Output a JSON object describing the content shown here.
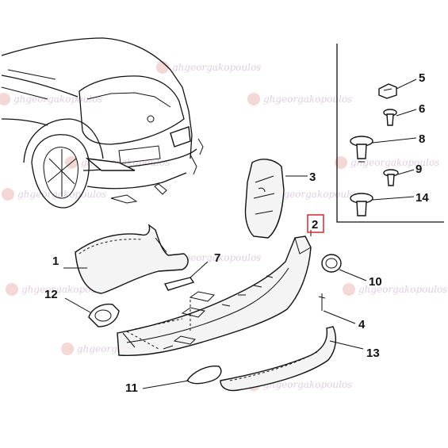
{
  "callouts": {
    "c1": "1",
    "c2": "2",
    "c3": "3",
    "c4": "4",
    "c5": "5",
    "c6": "6",
    "c7": "7",
    "c8": "8",
    "c9": "9",
    "c10": "10",
    "c11": "11",
    "c12": "12",
    "c13": "13",
    "c14": "14"
  },
  "watermark": {
    "text": "ghgeorgakopoulos"
  },
  "colors": {
    "highlight_box": "#d42a2a",
    "line": "#111111",
    "watermark_logo": "#e9b0b0"
  }
}
